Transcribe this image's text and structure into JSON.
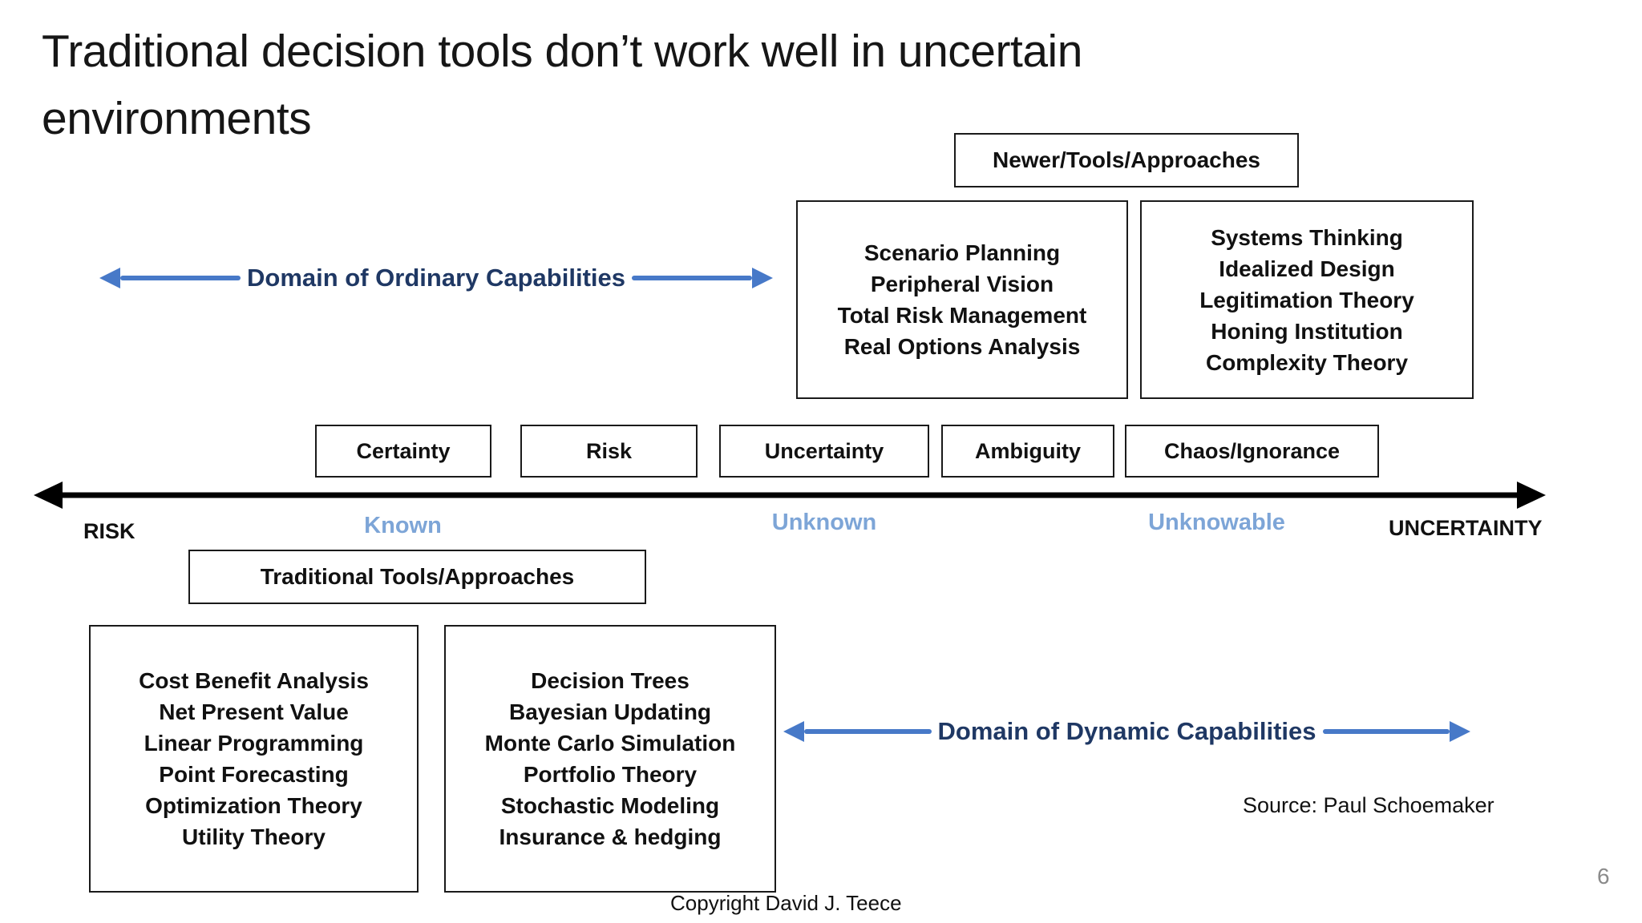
{
  "slide": {
    "title": "Traditional decision tools don’t work well in uncertain environments",
    "page_number": "6"
  },
  "colors": {
    "navy_label": "#1F3864",
    "arrow_blue": "#4779C8",
    "knowledge_blue": "#7DA5D7",
    "box_border": "#1a1a1a",
    "page_number_gray": "#8a8a8a"
  },
  "newer": {
    "header": "Newer/Tools/Approaches",
    "box1": {
      "items": [
        "Scenario Planning",
        "Peripheral Vision",
        "Total Risk Management",
        "Real Options Analysis"
      ]
    },
    "box2": {
      "items": [
        "Systems Thinking",
        "Idealized Design",
        "Legitimation Theory",
        "Honing Institution",
        "Complexity Theory"
      ]
    }
  },
  "domains": {
    "ordinary": "Domain of Ordinary Capabilities",
    "dynamic": "Domain of Dynamic Capabilities"
  },
  "spectrum": {
    "categories": [
      "Certainty",
      "Risk",
      "Uncertainty",
      "Ambiguity",
      "Chaos/Ignorance"
    ],
    "left_label": "RISK",
    "right_label": "UNCERTAINTY",
    "knowledge": [
      "Known",
      "Unknown",
      "Unknowable"
    ]
  },
  "traditional": {
    "header": "Traditional Tools/Approaches",
    "box1": {
      "items": [
        "Cost Benefit Analysis",
        "Net Present Value",
        "Linear Programming",
        "Point Forecasting",
        "Optimization Theory",
        "Utility Theory"
      ]
    },
    "box2": {
      "items": [
        "Decision Trees",
        "Bayesian Updating",
        "Monte Carlo Simulation",
        "Portfolio Theory",
        "Stochastic Modeling",
        "Insurance & hedging"
      ]
    }
  },
  "footer": {
    "source": "Source: Paul Schoemaker",
    "copyright": "Copyright David J. Teece"
  }
}
